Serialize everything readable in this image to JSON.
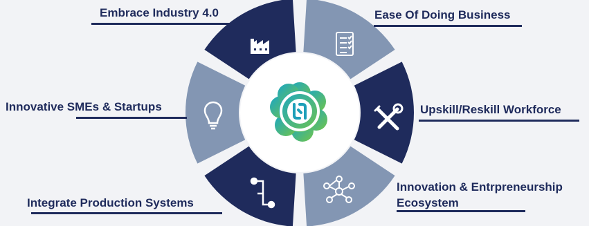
{
  "colors": {
    "dark": "#1f2b5c",
    "light": "#8396b3",
    "text": "#1f2b5c",
    "logo_teal": "#1cb0b8",
    "logo_green": "#6cc24a"
  },
  "segments": [
    {
      "label": "Embrace Industry 4.0",
      "icon": "factory-icon",
      "shade": "dark"
    },
    {
      "label": "Ease Of Doing Business",
      "icon": "checklist-icon",
      "shade": "light"
    },
    {
      "label": "Upskill/Reskill Workforce",
      "icon": "tools-icon",
      "shade": "dark"
    },
    {
      "label": "Innovation & Entrpreneurship Ecosystem",
      "label_lines": [
        "Innovation & Entrpreneurship",
        "Ecosystem"
      ],
      "icon": "network-icon",
      "shade": "light"
    },
    {
      "label": "Integrate Production Systems",
      "icon": "flow-icon",
      "shade": "dark"
    },
    {
      "label": "Innovative SMEs & Startups",
      "icon": "lightbulb-icon",
      "shade": "light"
    }
  ],
  "center_logo": {
    "icon": "center-logo"
  }
}
